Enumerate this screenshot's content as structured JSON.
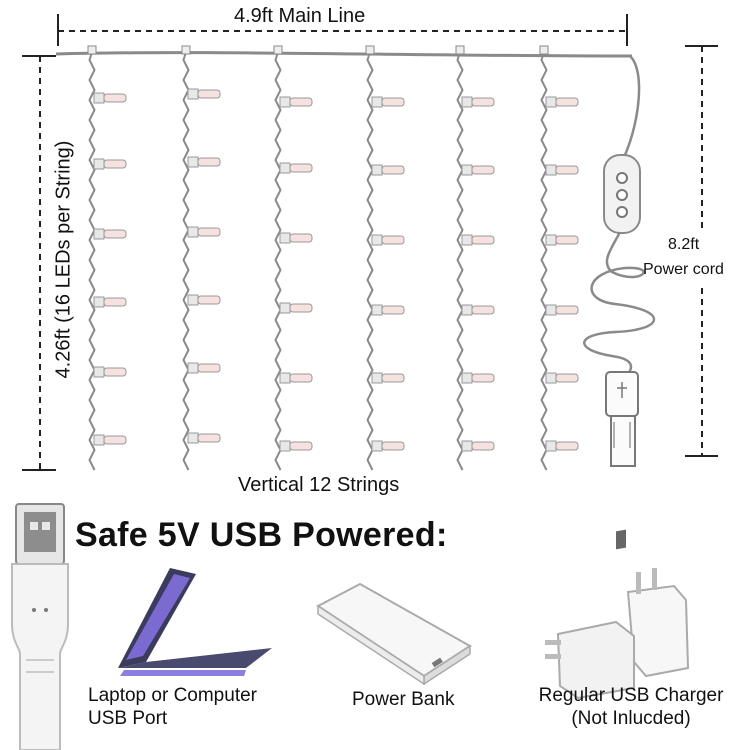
{
  "dimensions": {
    "main_line": "4.9ft Main Line",
    "height": "4.26ft (16 LEDs per String)",
    "power_cord_length": "8.2ft",
    "power_cord_label": "Power cord",
    "strings": "Vertical 12 Strings"
  },
  "headline": "Safe 5V USB Powered:",
  "power_options": [
    {
      "line1": "Laptop or Computer",
      "line2": "USB Port",
      "icon": "laptop-icon"
    },
    {
      "line1": "Power Bank",
      "line2": "",
      "icon": "power-bank-icon"
    },
    {
      "line1": "Regular USB Charger",
      "line2": "(Not Inlucded)",
      "icon": "usb-charger-icon"
    }
  ],
  "icons": [
    "usb-plug-icon",
    "controller-icon",
    "led-bulb-icon"
  ],
  "colors": {
    "wire": "#8a8a8a",
    "bulb": "#f5e2e0",
    "laptop_screen": "#6b5bb5"
  }
}
